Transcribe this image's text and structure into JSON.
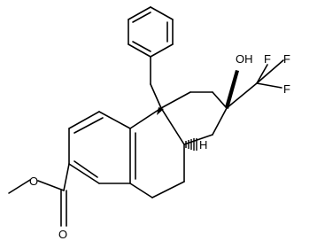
{
  "molecule": {
    "atoms": {
      "hydroxyl": "OH",
      "fluorine_1": "F",
      "fluorine_2": "F",
      "fluorine_3": "F",
      "hydrogen": "H",
      "ester_oxygen": "O",
      "carbonyl_oxygen": "O"
    }
  }
}
